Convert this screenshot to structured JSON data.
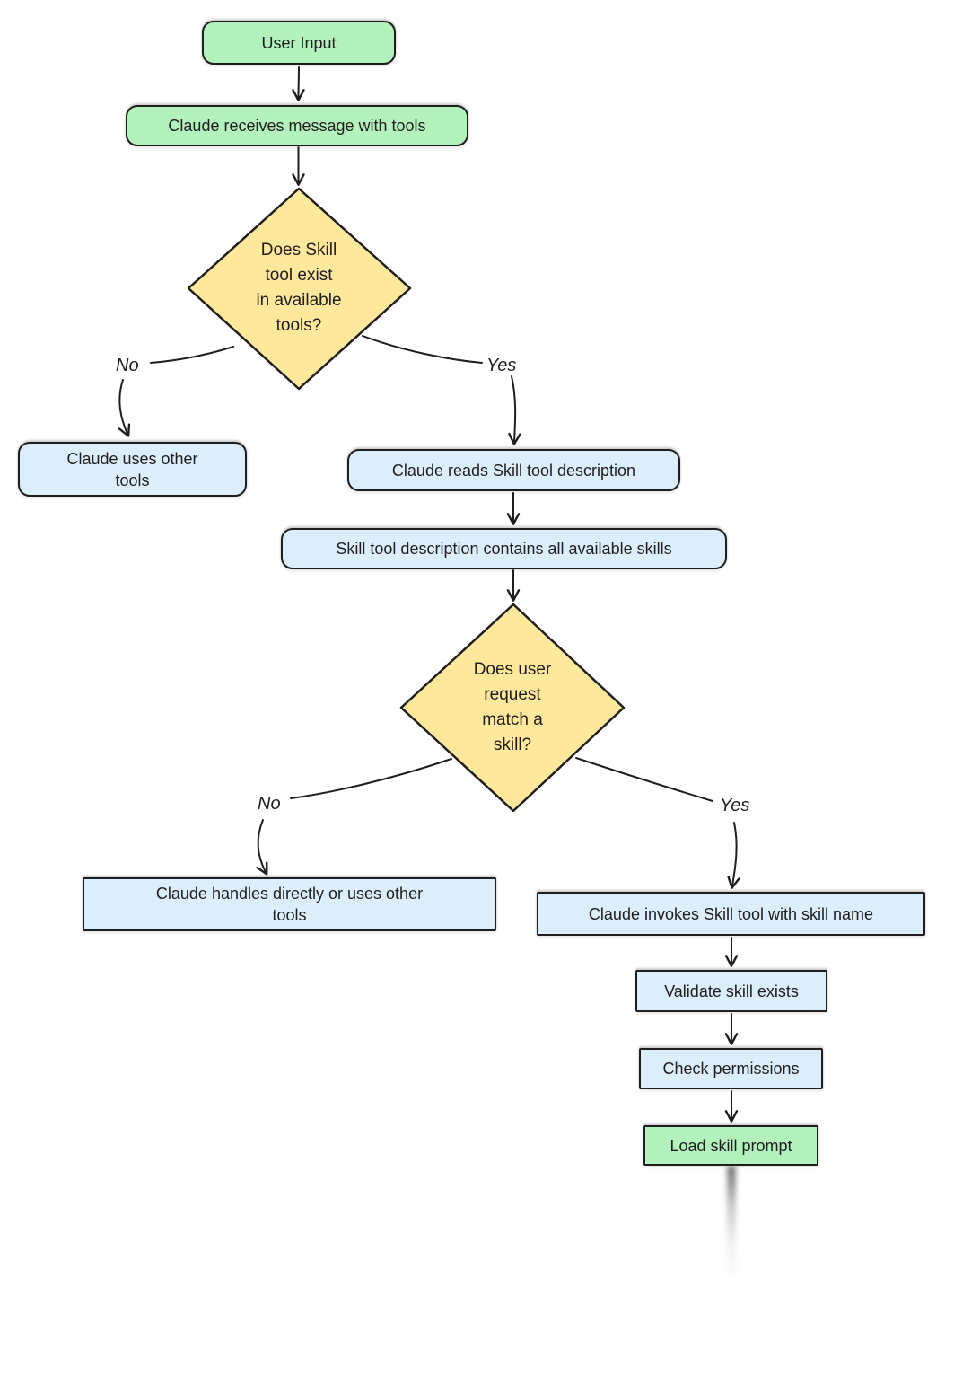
{
  "diagram": {
    "type": "flowchart",
    "background": "#ffffff",
    "colors": {
      "start_end_fill": "#b3f2bd",
      "process_fill": "#dceefb",
      "decision_fill": "#ffe79c",
      "stroke": "#1e1e1e",
      "text": "#1e1e1e"
    },
    "nodes": {
      "user_input": {
        "label": "User Input",
        "shape": "rounded",
        "fill": "#b3f2bd"
      },
      "receives_message": {
        "label": "Claude receives message with tools",
        "shape": "rounded",
        "fill": "#b3f2bd"
      },
      "skill_tool_exists": {
        "label": "Does Skill\ntool exist\nin available\ntools?",
        "shape": "diamond",
        "fill": "#ffe79c"
      },
      "uses_other_tools": {
        "label": "Claude uses other\ntools",
        "shape": "rounded",
        "fill": "#dceefb"
      },
      "reads_description": {
        "label": "Claude reads Skill tool description",
        "shape": "rounded",
        "fill": "#dceefb"
      },
      "description_contains": {
        "label": "Skill tool description contains all available skills",
        "shape": "rounded",
        "fill": "#dceefb"
      },
      "request_matches": {
        "label": "Does user\nrequest\nmatch a\nskill?",
        "shape": "diamond",
        "fill": "#ffe79c"
      },
      "handles_directly": {
        "label": "Claude handles directly or uses other\ntools",
        "shape": "rect",
        "fill": "#dceefb"
      },
      "invokes_skill": {
        "label": "Claude invokes Skill tool with skill name",
        "shape": "rect",
        "fill": "#dceefb"
      },
      "validate_skill": {
        "label": "Validate skill exists",
        "shape": "rect",
        "fill": "#dceefb"
      },
      "check_permissions": {
        "label": "Check permissions",
        "shape": "rect",
        "fill": "#dceefb"
      },
      "load_skill_prompt": {
        "label": "Load skill prompt",
        "shape": "rect",
        "fill": "#b3f2bd"
      }
    },
    "edge_labels": {
      "d1_no": "No",
      "d1_yes": "Yes",
      "d2_no": "No",
      "d2_yes": "Yes"
    },
    "edges": [
      {
        "from": "user_input",
        "to": "receives_message",
        "label": ""
      },
      {
        "from": "receives_message",
        "to": "skill_tool_exists",
        "label": ""
      },
      {
        "from": "skill_tool_exists",
        "to": "uses_other_tools",
        "label": "No"
      },
      {
        "from": "skill_tool_exists",
        "to": "reads_description",
        "label": "Yes"
      },
      {
        "from": "reads_description",
        "to": "description_contains",
        "label": ""
      },
      {
        "from": "description_contains",
        "to": "request_matches",
        "label": ""
      },
      {
        "from": "request_matches",
        "to": "handles_directly",
        "label": "No"
      },
      {
        "from": "request_matches",
        "to": "invokes_skill",
        "label": "Yes"
      },
      {
        "from": "invokes_skill",
        "to": "validate_skill",
        "label": ""
      },
      {
        "from": "validate_skill",
        "to": "check_permissions",
        "label": ""
      },
      {
        "from": "check_permissions",
        "to": "load_skill_prompt",
        "label": ""
      }
    ]
  }
}
